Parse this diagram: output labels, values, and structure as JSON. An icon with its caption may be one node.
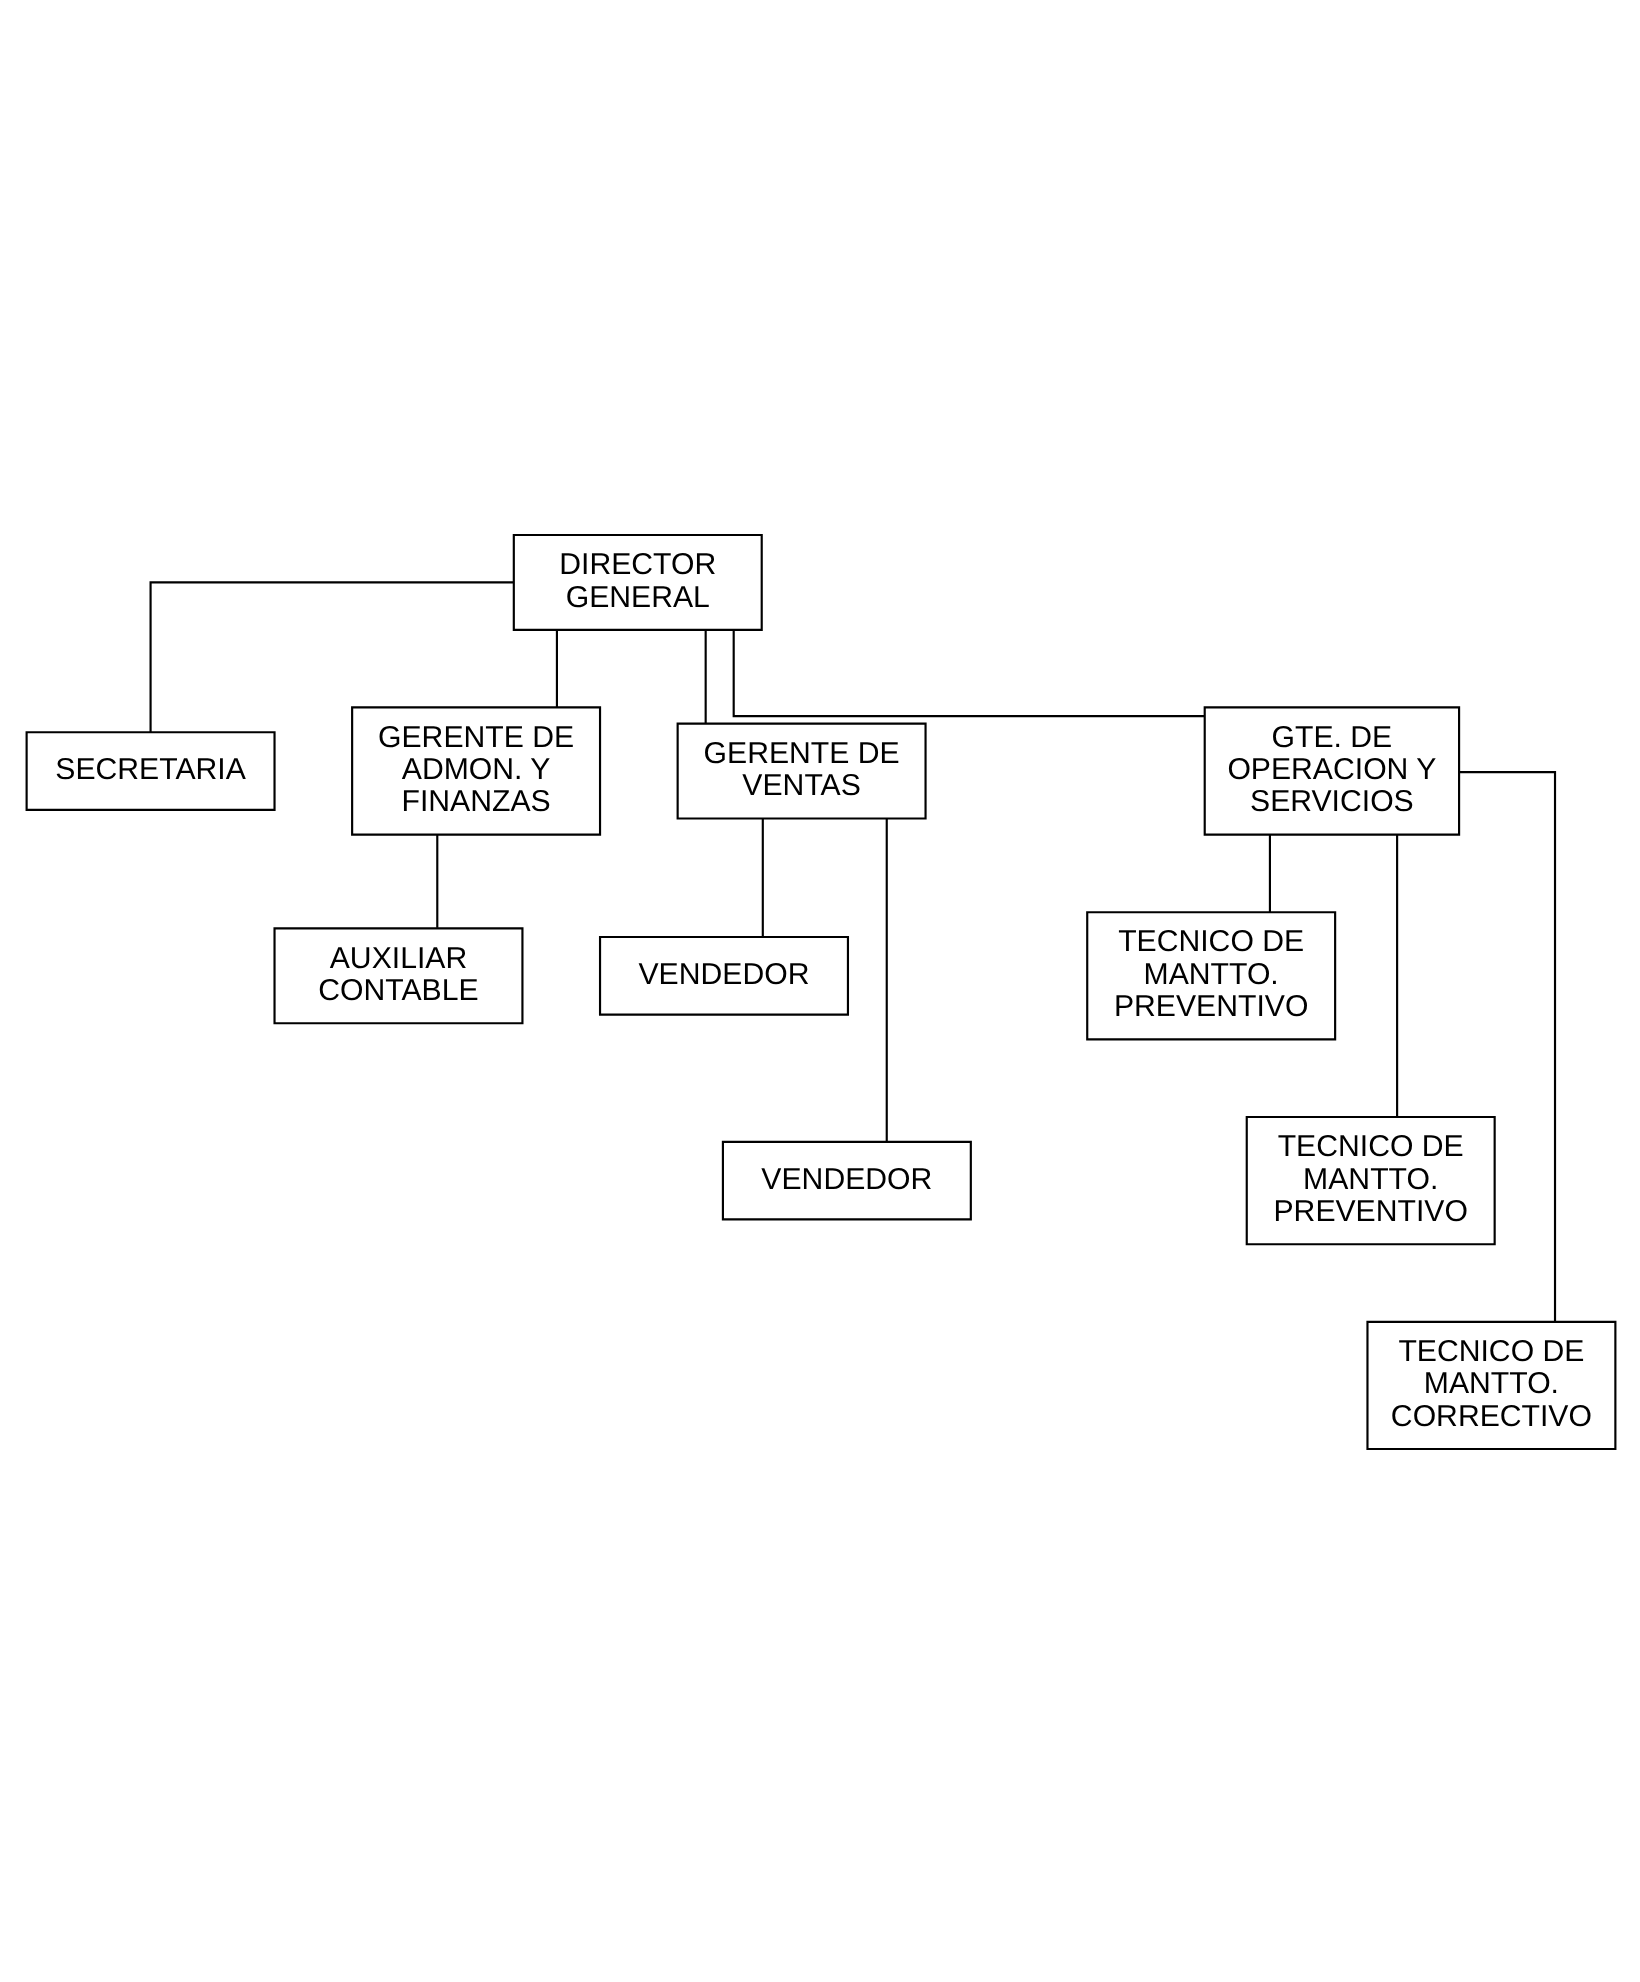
{
  "diagram": {
    "nodes": [
      {
        "text": [
          "DIRECTOR GENERAL"
        ]
      },
      {
        "text": [
          "SECRETARIA"
        ]
      },
      {
        "text": [
          "GERENTE DE ADMON. Y FINANZAS"
        ]
      },
      {
        "text": [
          "GERENTE DE VENTAS"
        ]
      },
      {
        "text": [
          "GTE. DE OPERACION Y SERVICIOS"
        ]
      },
      {
        "text": [
          "AUXILIAR CONTABLE"
        ]
      },
      {
        "text": [
          "VENDEDOR"
        ]
      },
      {
        "text": [
          "VENDEDOR"
        ]
      },
      {
        "text": [
          "TECNICO DE MANTTO. PREVENTIVO"
        ]
      },
      {
        "text": [
          "TECNICO DE MANTTO. PREVENTIVO"
        ]
      },
      {
        "text": [
          "TECNICO DE MANTTO. CORRECTIVO"
        ]
      }
    ],
    "edges": [
      {
        "from": 0,
        "to": 1,
        "arrow": "none"
      },
      {
        "from": 0,
        "to": 2,
        "arrow": "none"
      },
      {
        "from": 0,
        "to": 3,
        "arrow": "none"
      },
      {
        "from": 0,
        "to": 4,
        "arrow": "none"
      },
      {
        "from": 2,
        "to": 5,
        "arrow": "none"
      },
      {
        "from": 3,
        "to": 6,
        "arrow": "none"
      },
      {
        "from": 3,
        "to": 7,
        "arrow": "none"
      },
      {
        "from": 4,
        "to": 8,
        "arrow": "none"
      },
      {
        "from": 4,
        "to": 9,
        "arrow": "none"
      },
      {
        "from": 4,
        "to": 10,
        "arrow": "none"
      }
    ]
  }
}
